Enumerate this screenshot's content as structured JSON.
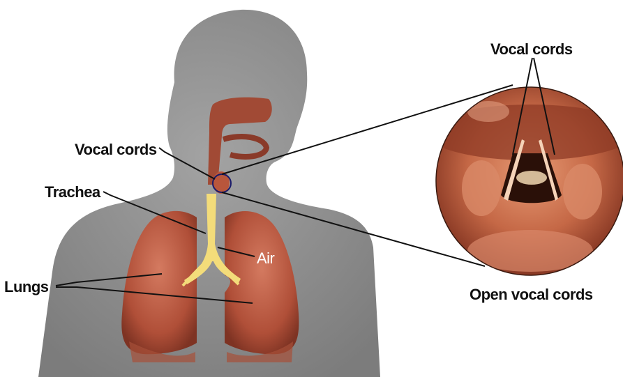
{
  "labels": {
    "vocal_cords_body": "Vocal cords",
    "trachea": "Trachea",
    "lungs": "Lungs",
    "air": "Air",
    "vocal_cords_inset": "Vocal cords",
    "open_vocal_cords": "Open vocal cords"
  },
  "colors": {
    "silhouette": "#8e8e8e",
    "lung": "#b5573e",
    "airway": "#f3dc7a",
    "inset_tissue": "#c06845",
    "leader_line": "#111111"
  }
}
